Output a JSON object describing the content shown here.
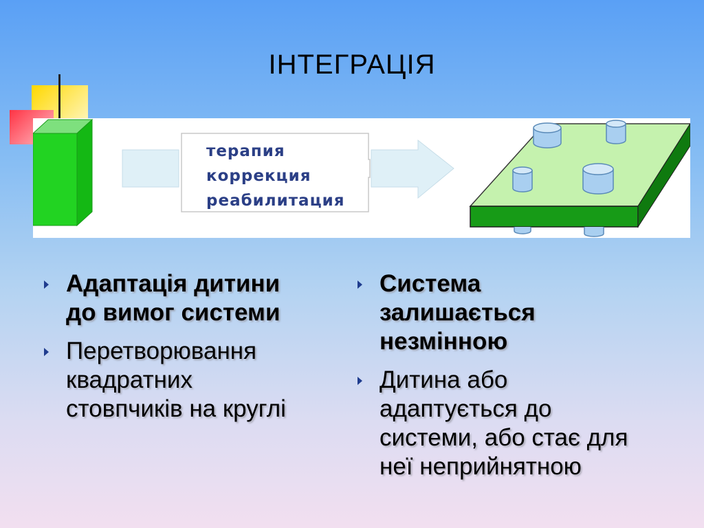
{
  "slide": {
    "title": "ІНТЕГРАЦІЯ"
  },
  "diagram": {
    "arrow_lines": [
      "терапия",
      "коррекция",
      "реабилитация"
    ]
  },
  "left_column": {
    "heading": "Адаптація дитини\nдо вимог системи",
    "text": "Перетворювання\nквадратних\nстовпчиків на круглі"
  },
  "right_column": {
    "heading": "Система\nзалишається\nнезмінною",
    "text": "Дитина або\nадаптується до\nсистеми, або стає для\nнеї неприйнятною"
  },
  "colors": {
    "accent_green": "#22cc22",
    "platform_green": "#b8f0a0",
    "cylinder_blue": "#a9cff0",
    "text_blue": "#2b3f86",
    "bullet_marker": "#1f3c8e"
  },
  "icons": {
    "bullet": "triangle-right-icon"
  }
}
